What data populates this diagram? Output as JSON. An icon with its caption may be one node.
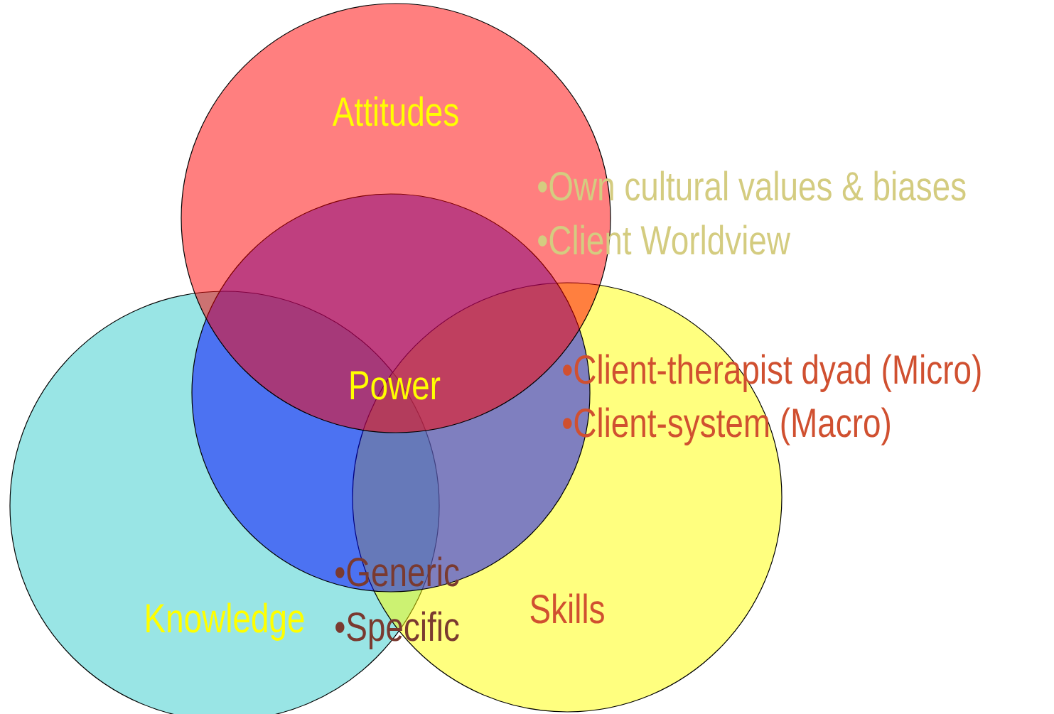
{
  "diagram": {
    "nodes": [
      {
        "text": [
          "Attitudes"
        ]
      },
      {
        "text": [
          "Power"
        ]
      },
      {
        "text": [
          "Knowledge"
        ]
      },
      {
        "text": [
          "Skills"
        ]
      }
    ],
    "labels": [
      "•Own cultural values & biases",
      "•Client Worldview",
      "•Client-therapist dyad (Micro)",
      "•Client-system (Macro)",
      "•Generic",
      "•Specific"
    ]
  }
}
